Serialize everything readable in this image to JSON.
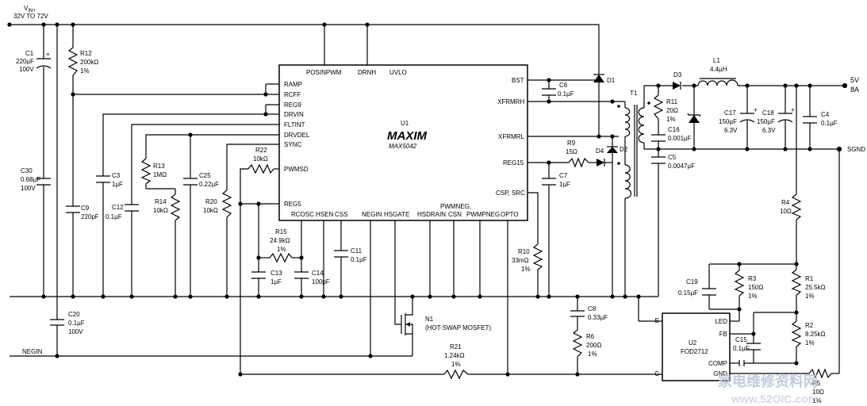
{
  "supply": {
    "vin": "V",
    "vin_sub": "IN+",
    "range": "32V TO 72V",
    "negin": "NEGIN"
  },
  "output": {
    "voltage": "5V",
    "current": "8A",
    "sgnd": "SGND"
  },
  "u1": {
    "ref": "U1",
    "brand": "MAXIM",
    "part": "MAX5042",
    "left_pins": [
      "RAMP",
      "RCFF",
      "REG9",
      "DRVIN",
      "FLTINT",
      "DRVDEL",
      "SYNC",
      "PWMSD",
      "REG5"
    ],
    "top_pins": [
      "POSINPWM",
      "DRNH",
      "UVLO"
    ],
    "right_pins": [
      "BST",
      "XFRMRH",
      "XFRMRL",
      "REG15",
      "CSP, SRC"
    ],
    "bottom_pins": [
      "RCOSC",
      "HSEN",
      "CSS",
      "NEGIN",
      "HSGATE",
      "HSDRAIN",
      "CSN",
      "PWMPNEG",
      "OPTO"
    ],
    "pwmneg": "PWMNEG,"
  },
  "u2": {
    "ref": "U2",
    "part": "FOD2712",
    "pins": [
      "E",
      "C",
      "LED",
      "FB",
      "COMP",
      "GND"
    ]
  },
  "parts": {
    "c1": [
      "C1",
      "220µF",
      "100V"
    ],
    "c30": [
      "C30",
      "0.68µF",
      "100V"
    ],
    "r12": [
      "R12",
      "200kΩ",
      "1%"
    ],
    "c9": [
      "C9",
      "220pF"
    ],
    "c3": [
      "C3",
      "1µF"
    ],
    "c12": [
      "C12",
      "0.1µF"
    ],
    "r13": [
      "R13",
      "1MΩ"
    ],
    "r14": [
      "R14",
      "10kΩ"
    ],
    "c25": [
      "C25",
      "0.22µF"
    ],
    "r20": [
      "R20",
      "10kΩ"
    ],
    "r22": [
      "R22",
      "10kΩ"
    ],
    "r15": [
      "R15",
      "24.9kΩ",
      "1%"
    ],
    "c13": [
      "C13",
      "1µF"
    ],
    "c14": [
      "C14",
      "100pF"
    ],
    "c11": [
      "C11",
      "0.1µF"
    ],
    "c20": [
      "C20",
      "0.1µF",
      "100V"
    ],
    "n1": [
      "N1",
      "(HOT-SWAP MOSFET)"
    ],
    "r21": [
      "R21",
      "1.24kΩ",
      "1%"
    ],
    "c6": [
      "C6",
      "0.1µF"
    ],
    "d1": [
      "D1"
    ],
    "d2": [
      "D2"
    ],
    "d4": [
      "D4"
    ],
    "r9": [
      "R9",
      "15Ω"
    ],
    "c7": [
      "C7",
      "1µF"
    ],
    "r10": [
      "R10",
      "33mΩ",
      "1%"
    ],
    "c8": [
      "C8",
      "0.33µF"
    ],
    "r6": [
      "R6",
      "200Ω",
      "1%"
    ],
    "t1": [
      "T1"
    ],
    "r11": [
      "R11",
      "20Ω",
      "1%"
    ],
    "c16": [
      "C16",
      "0.001µF"
    ],
    "c5": [
      "C5",
      "0.0047µF"
    ],
    "d3": [
      "D3"
    ],
    "l1": [
      "L1",
      "4.4µH"
    ],
    "c17": [
      "C17",
      "150µF",
      "6.3V"
    ],
    "c18": [
      "C18",
      "150µF",
      "6.3V"
    ],
    "c4": [
      "C4",
      "0.1µF"
    ],
    "r4": [
      "R4",
      "10Ω"
    ],
    "r1": [
      "R1",
      "25.5kΩ",
      "1%"
    ],
    "r2": [
      "R2",
      "8.25kΩ",
      "1%"
    ],
    "r5": [
      "R5",
      "10Ω",
      "1%"
    ],
    "r3": [
      "R3",
      "150Ω",
      "1%"
    ],
    "c19": [
      "C19",
      "0.15µF"
    ],
    "c15": [
      "C15",
      "0.1µF"
    ]
  },
  "watermark": {
    "cn": "家电维修资料网",
    "url": "www.52OIC.com"
  }
}
